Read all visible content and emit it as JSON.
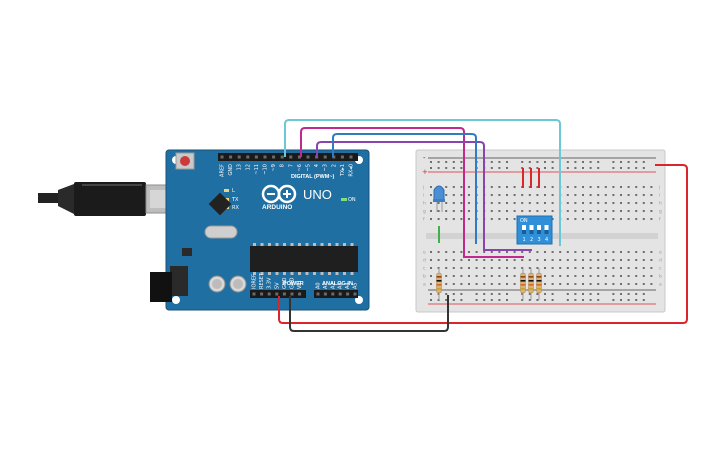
{
  "board": {
    "model": "UNO",
    "brand": "ARDUINO",
    "digital_label": "DIGITAL (PWM~)",
    "power_label": "POWER",
    "analog_label": "ANALOG IN",
    "on_label": "ON",
    "tx_label": "TX",
    "rx_label": "RX",
    "l_label": "L",
    "digital_pins": [
      "AREF",
      "GND",
      "13",
      "12",
      "~11",
      "~10",
      "~9",
      "8",
      "7",
      "~6",
      "~5",
      "4",
      "~3",
      "2",
      "TX▸1",
      "RX◂0"
    ],
    "power_pins": [
      "IOREF",
      "RESET",
      "3.3V",
      "5V",
      "GND",
      "GND",
      "Vin"
    ],
    "analog_pins": [
      "A0",
      "A1",
      "A2",
      "A3",
      "A4",
      "A5"
    ]
  },
  "dip_switch": {
    "on_label": "ON",
    "numbers": [
      "1",
      "2",
      "3",
      "4"
    ]
  },
  "breadboard": {
    "row_letters_top": [
      "j",
      "i",
      "h",
      "g",
      "f"
    ],
    "row_letters_bottom": [
      "e",
      "d",
      "c",
      "b",
      "a"
    ],
    "rail_plus": "+",
    "rail_minus": "-"
  },
  "colors": {
    "board": "#1f6fa3",
    "board_dark": "#17527a",
    "breadboard": "#e4e4e4",
    "wire_cyan": "#6cc7d6",
    "wire_magenta": "#c02a8e",
    "wire_purple": "#8a44b0",
    "wire_blue": "#2f7bc4",
    "wire_red": "#d9262a",
    "wire_black": "#333333",
    "wire_green": "#3fb04a",
    "dip_switch": "#2f8fd8",
    "led": "#4a8fd6"
  }
}
